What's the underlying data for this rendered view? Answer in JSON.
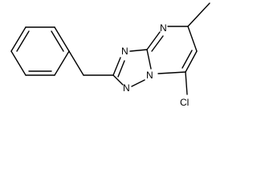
{
  "molecule": {
    "atom_labels": {
      "n_bridge_upper": "N",
      "n_pyrimidine": "N",
      "n_bridgehead": "N",
      "n_triazole_lower": "N",
      "methyl": "",
      "chlorine": "Cl"
    }
  }
}
